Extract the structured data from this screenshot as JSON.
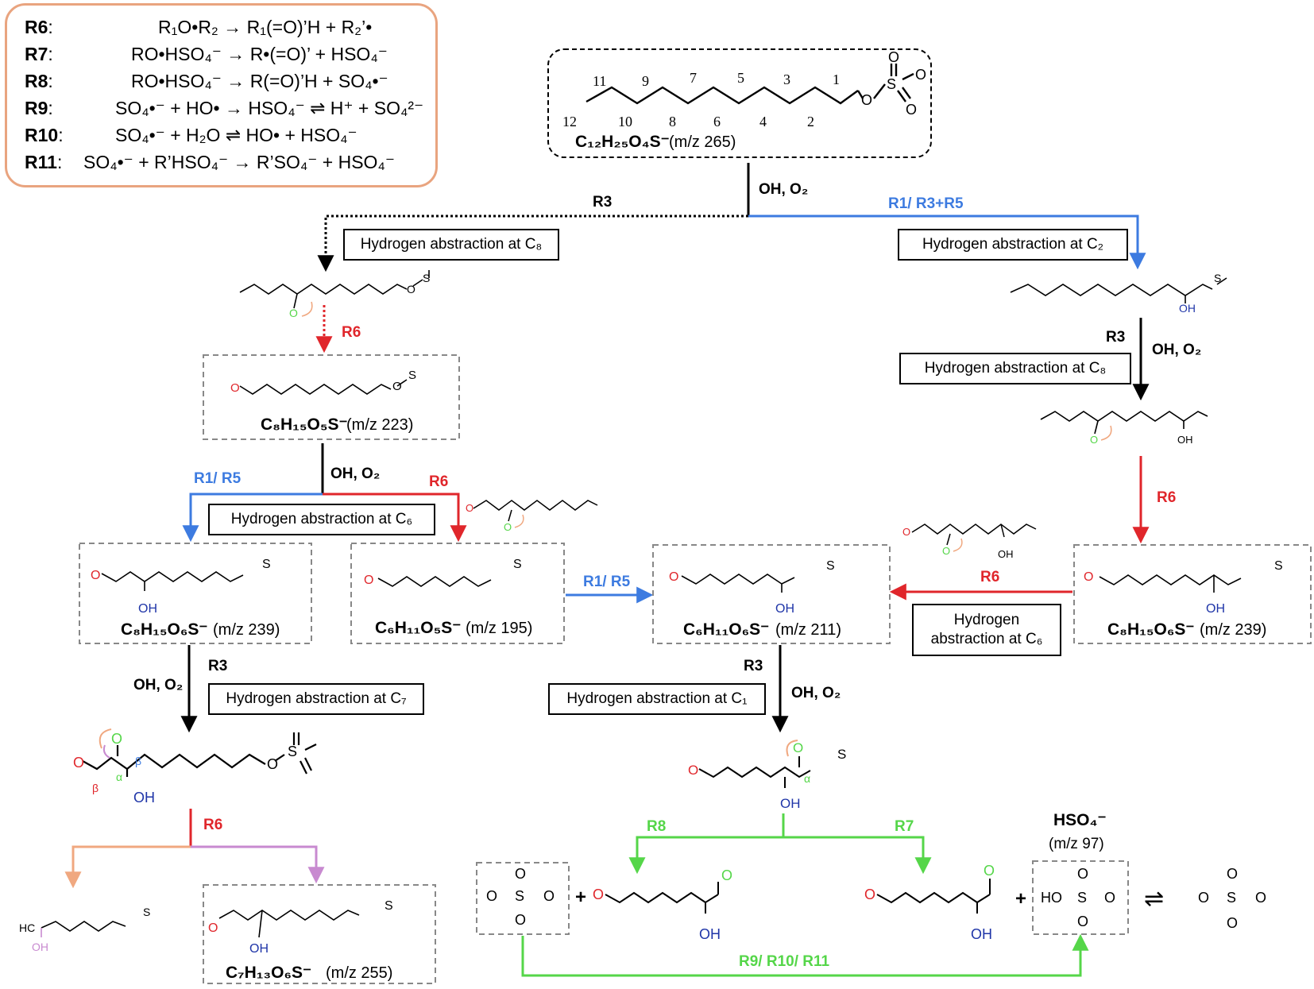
{
  "legend": {
    "rows": [
      {
        "tag": "R6",
        "equation": "R₁O•R₂ → R₁(=O)’H  + R₂’•"
      },
      {
        "tag": "R7",
        "equation": "RO•HSO₄⁻ → R•(=O)’ + HSO₄⁻"
      },
      {
        "tag": "R8",
        "equation": "RO•HSO₄⁻ → R(=O)’H + SO₄•⁻"
      },
      {
        "tag": "R9",
        "equation": "SO₄•⁻ + HO• → HSO₄⁻ ⇌ H⁺ + SO₄²⁻"
      },
      {
        "tag": "R10",
        "equation": "SO₄•⁻ + H₂O ⇌ HO• + HSO₄⁻"
      },
      {
        "tag": "R11",
        "equation": "SO₄•⁻ + R’HSO₄⁻ → R’SO₄⁻ + HSO₄⁻"
      }
    ]
  },
  "parent": {
    "carbon_numbers": [
      "1",
      "2",
      "3",
      "4",
      "5",
      "6",
      "7",
      "8",
      "9",
      "10",
      "11",
      "12"
    ],
    "formula": "C₁₂H₂₅O₄S⁻",
    "mz": "(m/z 265)"
  },
  "reagent": "OH, O₂",
  "labels": {
    "r3": "R3",
    "r6": "R6",
    "r7": "R7",
    "r8": "R8",
    "r1_r5": "R1/ R5",
    "r1_r3_r5": "R1/ R3+R5",
    "r9_r10_r11": "R9/ R10/ R11"
  },
  "abstraction": {
    "c8_left": "Hydrogen abstraction at C₈",
    "c2": "Hydrogen abstraction at C₂",
    "c8_right": "Hydrogen abstraction at C₈",
    "c6_left": "Hydrogen abstraction at C₆",
    "c6_right_line1": "Hydrogen",
    "c6_right_line2": "abstraction at C₆",
    "c7": "Hydrogen abstraction at C₇",
    "c1": "Hydrogen abstraction at C₁"
  },
  "products": {
    "p223": {
      "formula": "C₈H₁₅O₅S⁻",
      "mz": "(m/z 223)"
    },
    "p239a": {
      "formula": "C₈H₁₅O₆S⁻",
      "mz": "(m/z 239)"
    },
    "p195": {
      "formula": "C₆H₁₁O₅S⁻",
      "mz": "(m/z 195)"
    },
    "p211": {
      "formula": "C₆H₁₁O₆S⁻",
      "mz": "(m/z 211)"
    },
    "p239b": {
      "formula": "C₈H₁₅O₆S⁻",
      "mz": "(m/z 239)"
    },
    "p255": {
      "formula": "C₇H₁₃O₆S⁻",
      "mz": "(m/z 255)"
    },
    "hso4": {
      "formula": "HSO₄⁻",
      "mz": "(m/z 97)"
    }
  },
  "atoms": {
    "oh": "OH",
    "o": "O",
    "s": "S",
    "ho": "HO",
    "hc": "HC",
    "alpha": "α",
    "beta": "β",
    "plus": "+",
    "equilibrium": "⇌"
  },
  "colors": {
    "blue": "#3d7be0",
    "red": "#e0262b",
    "green": "#55d649",
    "legend_border": "#e9a47f",
    "peach": "#f0a880",
    "violet": "#c88ad0",
    "oxygen_red": "#e0262b",
    "oxygen_green": "#55d649",
    "oh_blue": "#1f35a8",
    "box_dash": "#888888"
  }
}
